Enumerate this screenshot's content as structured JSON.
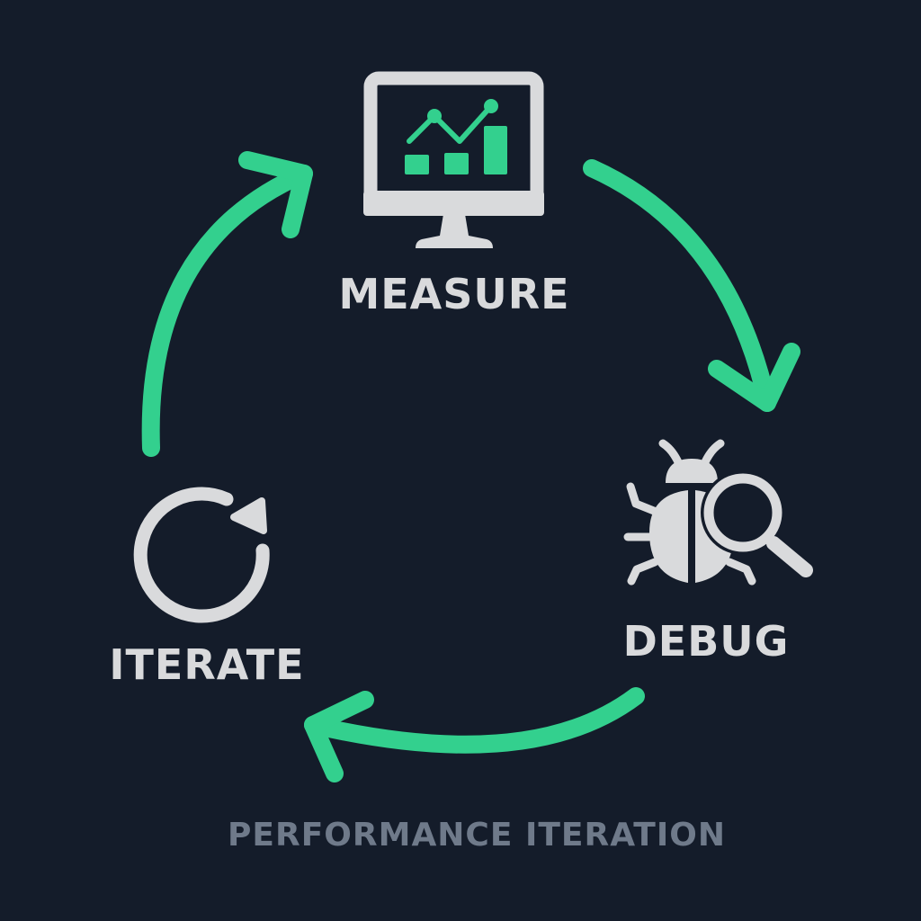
{
  "colors": {
    "background": "#141c2a",
    "accent": "#33d08e",
    "icon": "#d9dadc",
    "footer": "#6f7a8a"
  },
  "steps": [
    {
      "label": "MEASURE",
      "icon": "monitor-chart-icon"
    },
    {
      "label": "DEBUG",
      "icon": "bug-magnifier-icon"
    },
    {
      "label": "ITERATE",
      "icon": "refresh-icon"
    }
  ],
  "footer": {
    "title": "PERFORMANCE ITERATION"
  }
}
